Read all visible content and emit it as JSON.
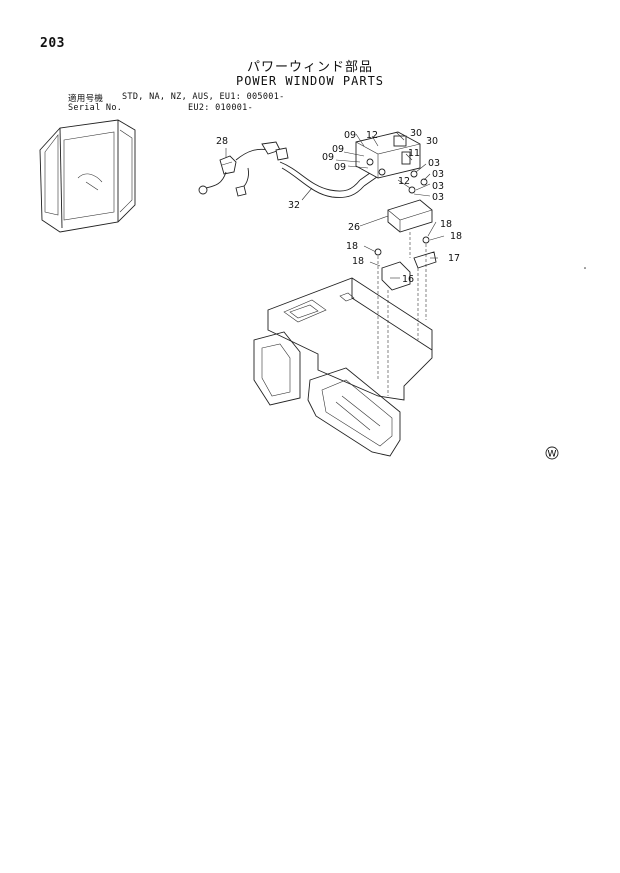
{
  "page_number": "203",
  "title_jp": "パワーウィンド部品",
  "title_en": "POWER WINDOW PARTS",
  "applicable": {
    "label": "適用号機",
    "models": "STD, NA, NZ, AUS, EU1: 005001-"
  },
  "serial": {
    "label": "Serial No.",
    "eu2": "EU2: 010001-"
  },
  "callouts": {
    "c28": "28",
    "c09a": "09",
    "c12a": "12",
    "c30a": "30",
    "c30b": "30",
    "c09b": "09",
    "c09c": "09",
    "c09d": "09",
    "c11": "11",
    "c03a": "03",
    "c12b": "12",
    "c03b": "03",
    "c03c": "03",
    "c03d": "03",
    "c32": "32",
    "c26": "26",
    "c18a": "18",
    "c18b": "18",
    "c18c": "18",
    "c18d": "18",
    "c17": "17",
    "c16": "16"
  },
  "corner_mark": "W"
}
